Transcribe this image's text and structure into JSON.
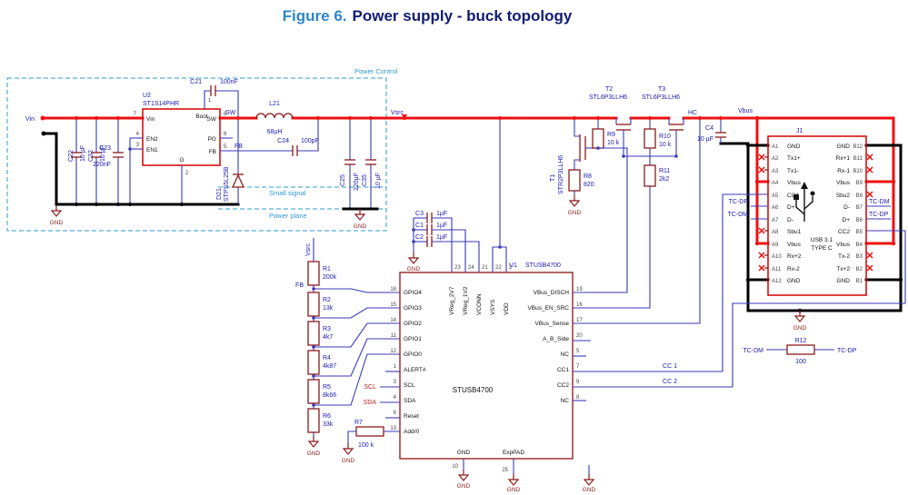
{
  "title": {
    "figure": "Figure 6.",
    "caption": "Power supply - buck topology"
  },
  "labels": {
    "vin": "Vin",
    "sw": "SW",
    "vsrc": "Vsrc",
    "vbus": "Vbus",
    "fb": "FB",
    "hc": "HC",
    "cc1": "CC 1",
    "cc2": "CC 2",
    "tcdp": "TC-DP",
    "tcdm": "TC-DM",
    "scl": "SCL",
    "sda": "SDA",
    "gnd": "GND",
    "power_control": "Power Control",
    "small_signal": "Small signal",
    "power_plane": "Power plane",
    "usb_line1": "USB 3.1",
    "usb_line2": "TYPE C"
  },
  "colors": {
    "power_rail": "#ee1111",
    "ground": "#000000",
    "signal_wire": "#3a3ab8",
    "component": "#8b1a1a",
    "connector_box": "#d40000",
    "net_label": "#1a1ab0",
    "region_dash": "#2e9bd2",
    "figure_accent": "#2e86c8",
    "title_text": "#101c72"
  },
  "u2": {
    "ref": "U2",
    "part": "ST1S14PHR",
    "pins": {
      "vin": {
        "name": "Vin",
        "num": "7"
      },
      "en2": {
        "name": "EN2",
        "num": "4"
      },
      "en1": {
        "name": "EN1",
        "num": "3"
      },
      "boot": {
        "name": "Boot",
        "num": "1"
      },
      "sw": {
        "name": "SW",
        "num": "8"
      },
      "pg": {
        "name": "PG",
        "num": "6"
      },
      "fb": {
        "name": "FB",
        "num": "5"
      },
      "g": {
        "name": "G",
        "num": "2"
      }
    }
  },
  "u1": {
    "ref": "U1",
    "part": "STUSB4700",
    "inner_label": "STUSB4700",
    "left": [
      {
        "name": "GPIO4",
        "num": "18"
      },
      {
        "name": "GPIO3",
        "num": "15"
      },
      {
        "name": "GPIO2",
        "num": "14"
      },
      {
        "name": "GPIO1",
        "num": "11"
      },
      {
        "name": "GPIO0",
        "num": "12"
      },
      {
        "name": "ALERT#",
        "num": "1"
      },
      {
        "name": "SCL",
        "num": "3"
      },
      {
        "name": "SDA",
        "num": "4"
      },
      {
        "name": "Reset",
        "num": "6"
      },
      {
        "name": "Addr0",
        "num": "13"
      }
    ],
    "top": [
      {
        "name": "VReg_2V7",
        "num": "23"
      },
      {
        "name": "VReg_1V2",
        "num": "24"
      },
      {
        "name": "VCONN",
        "num": "21"
      },
      {
        "name": "VSYS",
        "num": "22"
      },
      {
        "name": "VDD",
        "num": "2"
      }
    ],
    "right": [
      {
        "name": "VBus_DISCH",
        "num": "19"
      },
      {
        "name": "VBus_EN_SRC",
        "num": "16"
      },
      {
        "name": "VBus_Sense",
        "num": "17"
      },
      {
        "name": "A_B_Side",
        "num": "20"
      },
      {
        "name": "NC",
        "num": "5"
      },
      {
        "name": "CC1",
        "num": "7"
      },
      {
        "name": "CC2",
        "num": "9"
      },
      {
        "name": "NC",
        "num": "8"
      }
    ],
    "bottom": [
      {
        "name": "GND",
        "num": "10"
      },
      {
        "name": "ExpPAD",
        "num": "25"
      }
    ]
  },
  "j1": {
    "ref": "J1",
    "a": [
      {
        "num": "A1",
        "name": "GND"
      },
      {
        "num": "A2",
        "name": "Tx1+"
      },
      {
        "num": "A3",
        "name": "Tx1-"
      },
      {
        "num": "A4",
        "name": "Vbus"
      },
      {
        "num": "A5",
        "name": "CC1"
      },
      {
        "num": "A6",
        "name": "D+"
      },
      {
        "num": "A7",
        "name": "D-"
      },
      {
        "num": "A8",
        "name": "Sbu1"
      },
      {
        "num": "A9",
        "name": "Vbus"
      },
      {
        "num": "A10",
        "name": "Rx+2"
      },
      {
        "num": "A11",
        "name": "Rx-2"
      },
      {
        "num": "A12",
        "name": "GND"
      }
    ],
    "b": [
      {
        "num": "B12",
        "name": "GND"
      },
      {
        "num": "B11",
        "name": "Rx+1"
      },
      {
        "num": "B10",
        "name": "Rx-1"
      },
      {
        "num": "B9",
        "name": "Vbus"
      },
      {
        "num": "B8",
        "name": "Sbu2"
      },
      {
        "num": "B7",
        "name": "D-"
      },
      {
        "num": "B6",
        "name": "D+"
      },
      {
        "num": "B5",
        "name": "CC2"
      },
      {
        "num": "B4",
        "name": "Vbus"
      },
      {
        "num": "B3",
        "name": "Tx-2"
      },
      {
        "num": "B2",
        "name": "Tx+2"
      },
      {
        "num": "B1",
        "name": "GND"
      }
    ]
  },
  "parts": {
    "c21": {
      "ref": "C21",
      "value": "100nF"
    },
    "c22": {
      "ref": "C22",
      "value": "10 µF"
    },
    "c32": {
      "ref": "C32",
      "value": "10 µF"
    },
    "c23": {
      "ref": "C23",
      "value": "220nF"
    },
    "c24": {
      "ref": "C24",
      "value": "100pF"
    },
    "c25": {
      "ref": "C25",
      "value": "220µF"
    },
    "c35": {
      "ref": "C35",
      "value": "10 µF"
    },
    "c3": {
      "ref": "C3",
      "value": "1µF"
    },
    "c1": {
      "ref": "C1",
      "value": "1µF"
    },
    "c2": {
      "ref": "C2",
      "value": "1µF"
    },
    "c4": {
      "ref": "C4",
      "value": "10 µF"
    },
    "l21": {
      "ref": "L21",
      "value": "68µH"
    },
    "d21": {
      "ref": "D21",
      "value": "STPS5L25B"
    },
    "r1": {
      "ref": "R1",
      "value": "200k"
    },
    "r2": {
      "ref": "R2",
      "value": "13k"
    },
    "r3": {
      "ref": "R3",
      "value": "4k7"
    },
    "r4": {
      "ref": "R4",
      "value": "4k87"
    },
    "r5": {
      "ref": "R5",
      "value": "8k66"
    },
    "r6": {
      "ref": "R6",
      "value": "33k"
    },
    "r7": {
      "ref": "R7",
      "value": "100 k"
    },
    "r8": {
      "ref": "R8",
      "value": "820"
    },
    "r9": {
      "ref": "R9",
      "value": "10 k"
    },
    "r10": {
      "ref": "R10",
      "value": "10 k"
    },
    "r11": {
      "ref": "R11",
      "value": "2k2"
    },
    "r12": {
      "ref": "R12",
      "value": "100"
    },
    "t1": {
      "ref": "T1",
      "part": "STR2P3LLH6"
    },
    "t2": {
      "ref": "T2",
      "part": "STL6P3LLH6"
    },
    "t3": {
      "ref": "T3",
      "part": "STL6P3LLH6"
    }
  }
}
